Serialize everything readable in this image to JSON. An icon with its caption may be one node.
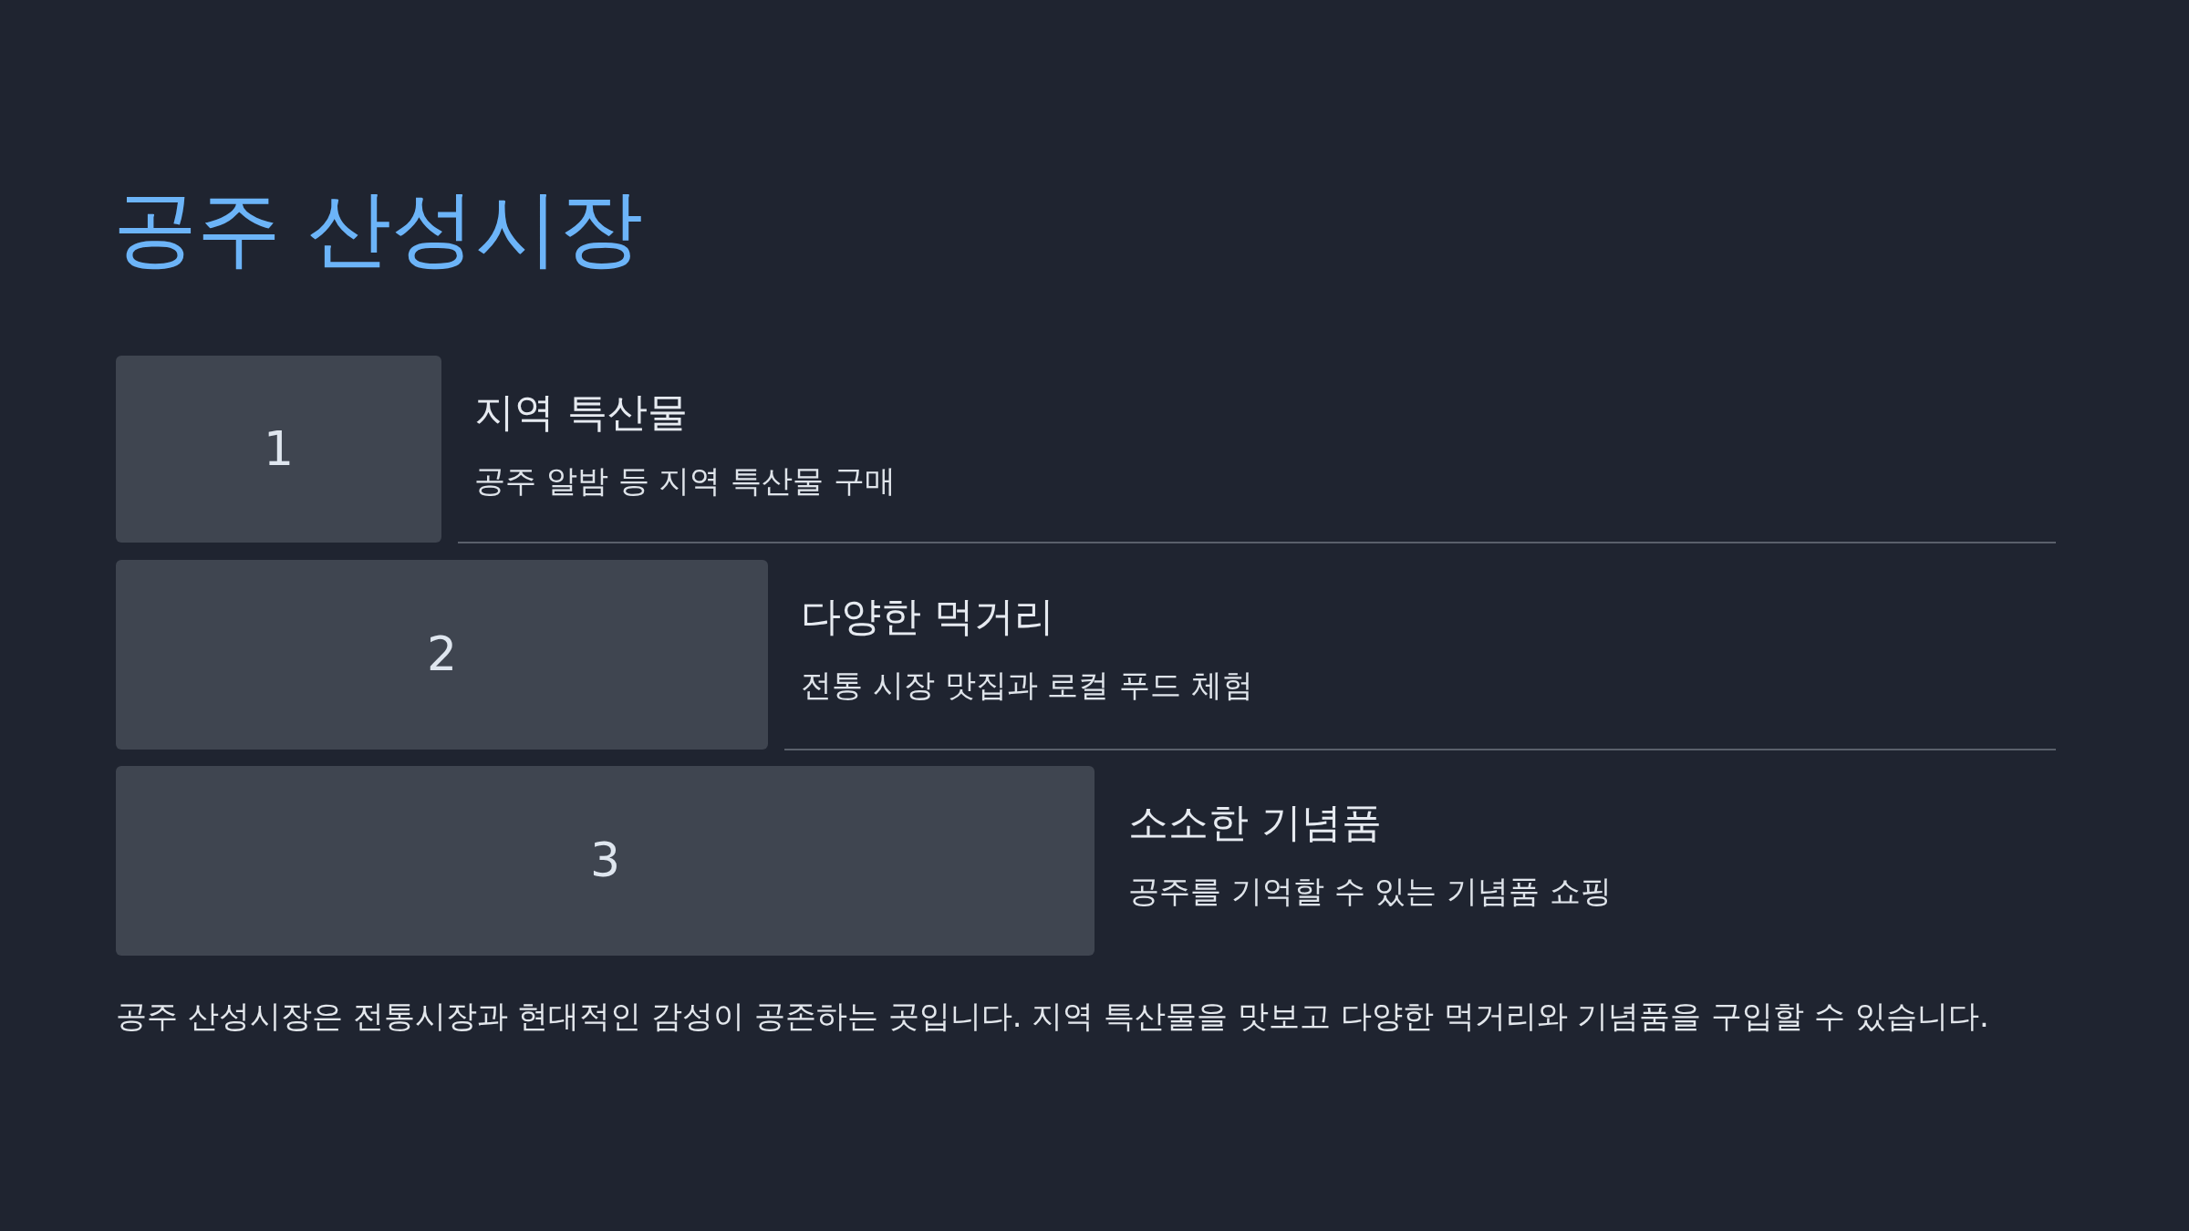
{
  "diagram": {
    "title": "공주 산성시장",
    "nodes": [
      {
        "text": [
          "1"
        ],
        "beside": [
          "지역 특산물",
          "공주 알밤 등 지역 특산물 구매"
        ]
      },
      {
        "text": [
          "2"
        ],
        "beside": [
          "다양한 먹거리",
          "전통 시장 맛집과 로컬 푸드 체험"
        ]
      },
      {
        "text": [
          "3"
        ],
        "beside": [
          "소소한 기념품",
          "공주를 기억할 수 있는 기념품 쇼핑"
        ]
      }
    ],
    "caption": "공주 산성시장은 전통시장과 현대적인 감성이 공존하는 곳입니다. 지역 특산물을 맛보고 다양한 먹거리와 기념품을 구입할 수 있습니다."
  }
}
